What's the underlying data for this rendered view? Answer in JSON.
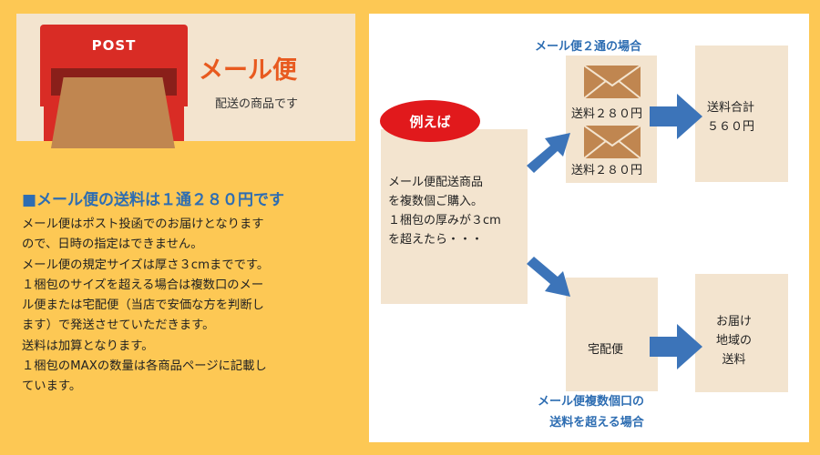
{
  "header": {
    "mailbox_label": "POST",
    "title": "メール便",
    "subtitle": "配送の商品です"
  },
  "left": {
    "heading": "■メール便の送料は１通２８０円です",
    "lines": [
      "メール便はポスト投函でのお届けとなります",
      "ので、日時の指定はできません。",
      "メール便の規定サイズは厚さ３cmまでです。",
      "１梱包のサイズを超える場合は複数口のメー",
      "ル便または宅配便（当店で安価な方を判断し",
      "ます）で発送させていただきます。",
      "送料は加算となります。",
      "１梱包のMAXの数量は各商品ページに記載し",
      "ています。"
    ]
  },
  "right": {
    "badge": "例えば",
    "example_lines": [
      "メール便配送商品",
      "を複数個ご購入。",
      "１梱包の厚みが３cm",
      "を超えたら・・・"
    ],
    "top_label": "メール便２通の場合",
    "shipping_1": "送料２８０円",
    "shipping_2": "送料２８０円",
    "total_lines": [
      "送料合計",
      "５６０円"
    ],
    "takuhaibin": "宅配便",
    "region_lines": [
      "お届け",
      "地域の",
      "送料"
    ],
    "bottom_label_lines": [
      "メール便複数個口の",
      "送料を超える場合"
    ]
  },
  "colors": {
    "background": "#fdc854",
    "accent_red": "#e1191c",
    "accent_blue": "#2d6db2",
    "title_orange": "#e85a1f",
    "box_beige": "#f3e4cf",
    "envelope": "#c08650"
  },
  "icons": [
    "mailbox-icon",
    "parcel-icon",
    "envelope-icon",
    "arrow-icon"
  ]
}
